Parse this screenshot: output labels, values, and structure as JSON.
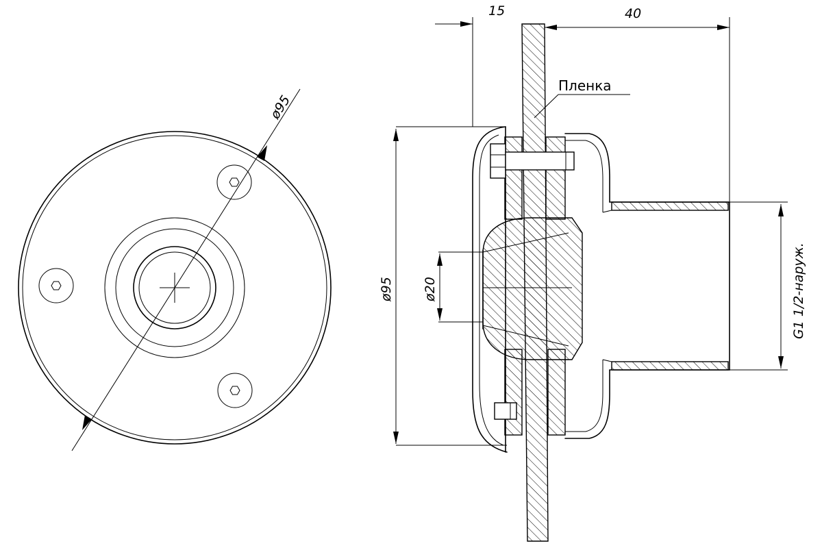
{
  "labels": {
    "front_diameter": "ø95",
    "dim_flange_thickness": "15",
    "dim_pipe_length": "40",
    "membrane": "Пленка",
    "side_diameter": "ø95",
    "inner_diameter": "ø20",
    "thread": "G1 1/2-наруж."
  }
}
